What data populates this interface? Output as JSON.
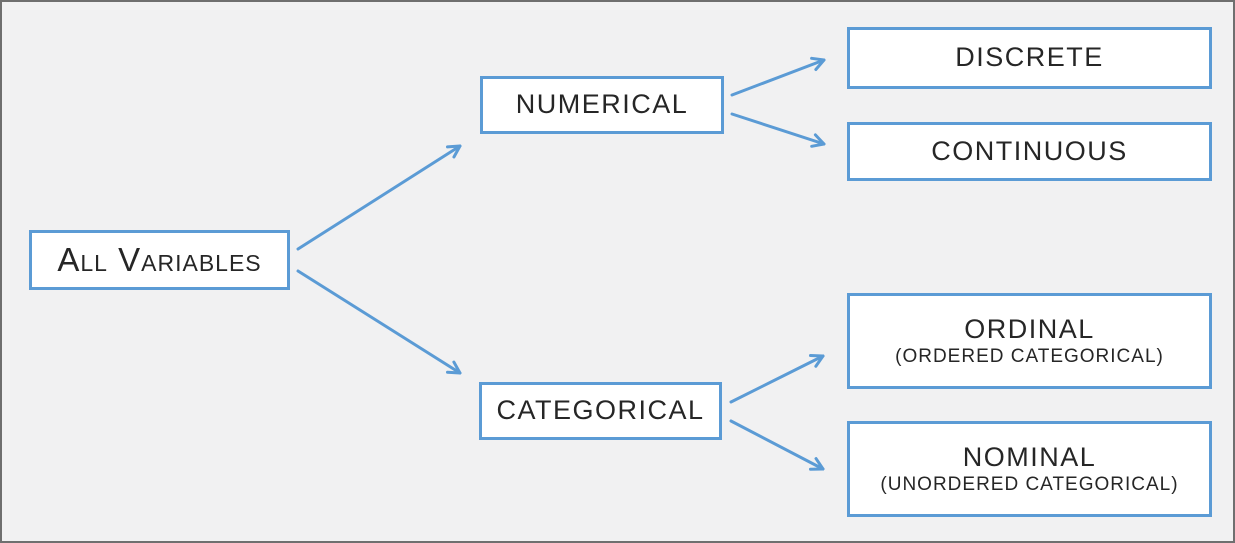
{
  "colors": {
    "accent_blue": "#5B9BD5",
    "background": "#F1F1F2",
    "frame_gray": "#6F6F6F",
    "text": "#262626"
  },
  "diagram": {
    "root": {
      "label": "All Variables"
    },
    "branches": [
      {
        "label": "NUMERICAL"
      },
      {
        "label": "CATEGORICAL"
      }
    ],
    "leaves": [
      {
        "label": "DISCRETE"
      },
      {
        "label": "CONTINUOUS"
      },
      {
        "label": "ORDINAL",
        "sublabel": "(ORDERED CATEGORICAL)"
      },
      {
        "label": "NOMINAL",
        "sublabel": "(UNORDERED CATEGORICAL)"
      }
    ]
  }
}
